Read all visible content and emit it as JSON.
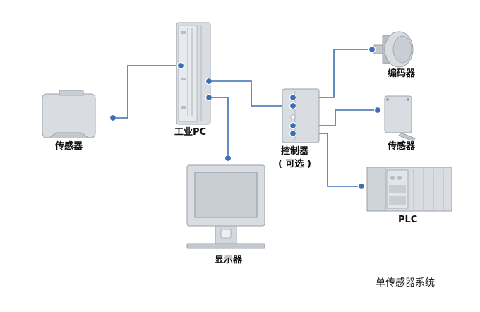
{
  "labels": {
    "sensor_left": "传感器",
    "industrial_pc": "工业PC",
    "monitor": "显示器",
    "controller": "控制器",
    "controller_note": "( 可选 )",
    "encoder": "编码器",
    "sensor_right": "传感器",
    "plc": "PLC"
  },
  "caption": "单传感器系统",
  "colors": {
    "wire": "#3a6fb5",
    "device_fill": "#d9dde2",
    "device_stroke": "#9aa2ab",
    "device_dark": "#6e7780"
  }
}
